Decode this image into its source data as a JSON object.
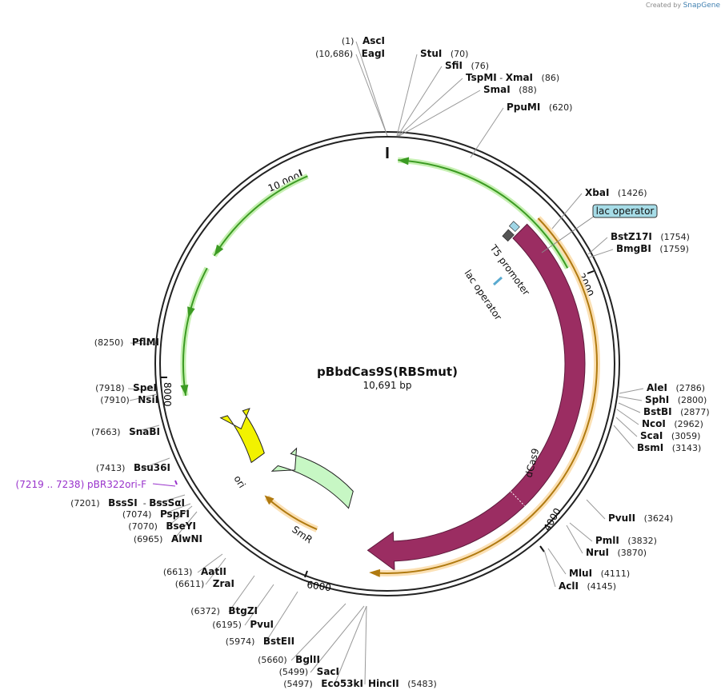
{
  "credit": {
    "prefix": "Created by",
    "brand": "SnapGene"
  },
  "plasmid": {
    "name": "pBbdCas9S(RBSmut)",
    "size_label": "10,691 bp",
    "length": 10691
  },
  "ticks": [
    {
      "bp": 2000,
      "label": "2000"
    },
    {
      "bp": 4000,
      "label": "4000"
    },
    {
      "bp": 6000,
      "label": "6000"
    },
    {
      "bp": 8000,
      "label": "8000"
    },
    {
      "bp": 10000,
      "label": "10,000"
    }
  ],
  "features": [
    {
      "id": "dcas9",
      "label": "dCas9",
      "color": "#9b2d62",
      "kind": "block"
    },
    {
      "id": "orange-long",
      "label": "",
      "color": "#f5b33d",
      "kind": "thin"
    },
    {
      "id": "orange-small",
      "label": "",
      "color": "#f5b33d",
      "kind": "thin"
    },
    {
      "id": "green-arrows",
      "label": "",
      "color": "#3c9b23",
      "kind": "thin"
    },
    {
      "id": "ori",
      "label": "ori",
      "color": "#f2f200",
      "kind": "arrow"
    },
    {
      "id": "smr",
      "label": "SmR",
      "color": "#c7f7c4",
      "kind": "arrow"
    },
    {
      "id": "t5",
      "label": "T5 promoter",
      "color": "#333333",
      "kind": "small"
    },
    {
      "id": "lac-inner",
      "label": "lac operator",
      "color": "#5aaad0",
      "kind": "small"
    },
    {
      "id": "lac-outer",
      "label": "lac operator",
      "color": "#a6dce7",
      "kind": "boxed"
    },
    {
      "id": "primer",
      "label": "(7219 .. 7238)  pBR322ori-F",
      "color": "#9932cc",
      "kind": "primer"
    }
  ],
  "sites": [
    {
      "pos": "(1)",
      "name": "AscI"
    },
    {
      "pos": "(10,686)",
      "name": "EagI"
    },
    {
      "pos": "(70)",
      "name": "StuI"
    },
    {
      "pos": "(76)",
      "name": "SfiI"
    },
    {
      "pos": "(86)",
      "name": "TspMI",
      "name2": "XmaI"
    },
    {
      "pos": "(88)",
      "name": "SmaI"
    },
    {
      "pos": "(620)",
      "name": "PpuMI"
    },
    {
      "pos": "(1426)",
      "name": "XbaI"
    },
    {
      "pos": "(1754)",
      "name": "BstZ17I"
    },
    {
      "pos": "(1759)",
      "name": "BmgBI"
    },
    {
      "pos": "(2786)",
      "name": "AleI"
    },
    {
      "pos": "(2800)",
      "name": "SphI"
    },
    {
      "pos": "(2877)",
      "name": "BstBI"
    },
    {
      "pos": "(2962)",
      "name": "NcoI"
    },
    {
      "pos": "(3059)",
      "name": "ScaI"
    },
    {
      "pos": "(3143)",
      "name": "BsmI"
    },
    {
      "pos": "(3624)",
      "name": "PvuII"
    },
    {
      "pos": "(3832)",
      "name": "PmlI"
    },
    {
      "pos": "(3870)",
      "name": "NruI"
    },
    {
      "pos": "(4111)",
      "name": "MluI"
    },
    {
      "pos": "(4145)",
      "name": "AclI"
    },
    {
      "pos": "(5483)",
      "name": "HincII"
    },
    {
      "pos": "(5497)",
      "name": "Eco53kI"
    },
    {
      "pos": "(5499)",
      "name": "SacI"
    },
    {
      "pos": "(5660)",
      "name": "BglII"
    },
    {
      "pos": "(5974)",
      "name": "BstEII"
    },
    {
      "pos": "(6195)",
      "name": "PvuI"
    },
    {
      "pos": "(6372)",
      "name": "BtgZI"
    },
    {
      "pos": "(6611)",
      "name": "ZraI"
    },
    {
      "pos": "(6613)",
      "name": "AatII"
    },
    {
      "pos": "(6965)",
      "name": "AlwNI"
    },
    {
      "pos": "(7070)",
      "name": "BseYI"
    },
    {
      "pos": "(7074)",
      "name": "PspFI"
    },
    {
      "pos": "(7201)",
      "name": "BssSI",
      "name2": "BssSαI"
    },
    {
      "pos": "(7413)",
      "name": "Bsu36I"
    },
    {
      "pos": "(7663)",
      "name": "SnaBI"
    },
    {
      "pos": "(7910)",
      "name": "NsiI"
    },
    {
      "pos": "(7918)",
      "name": "SpeI"
    },
    {
      "pos": "(8250)",
      "name": "PflMI"
    }
  ]
}
